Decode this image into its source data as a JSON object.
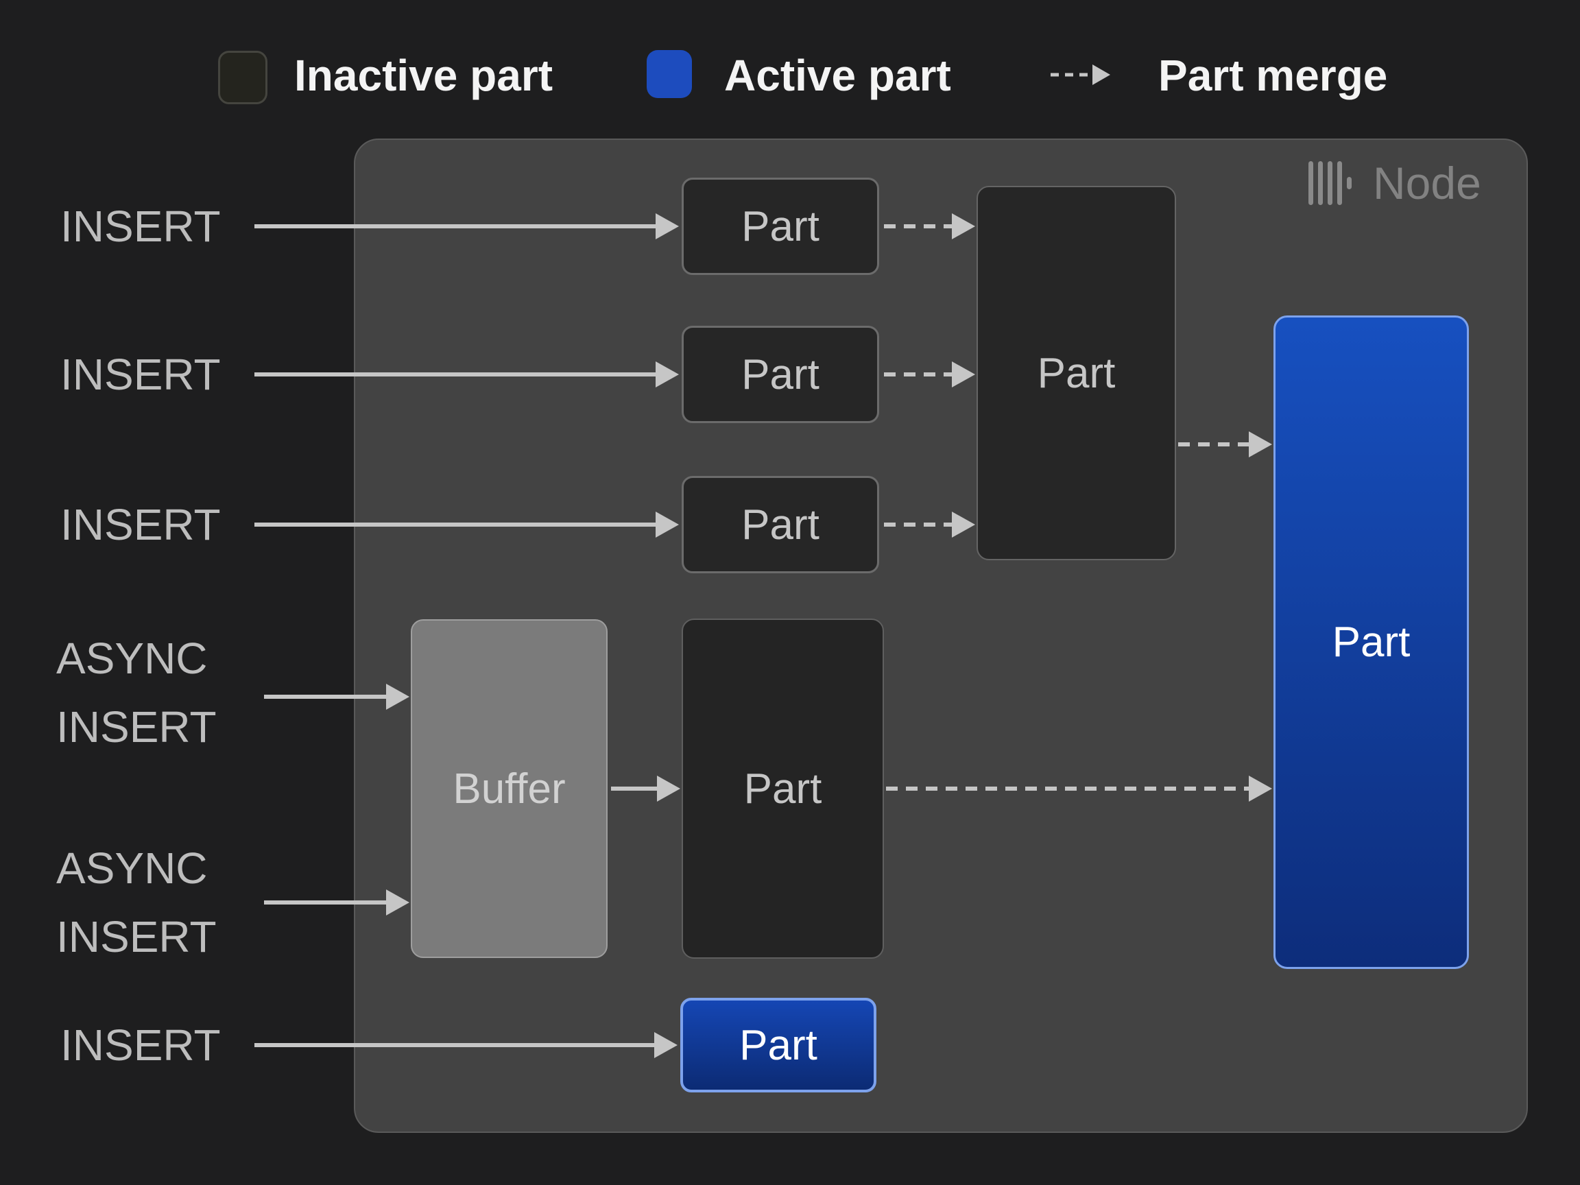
{
  "legend": {
    "inactive_label": "Inactive part",
    "active_label": "Active part",
    "merge_label": "Part merge"
  },
  "node": {
    "title": "Node"
  },
  "inputs": {
    "insert_top": "INSERT",
    "insert_mid": "INSERT",
    "insert_low": "INSERT",
    "async_a_line1": "ASYNC",
    "async_a_line2": "INSERT",
    "async_b_line1": "ASYNC",
    "async_b_line2": "INSERT",
    "insert_bottom": "INSERT"
  },
  "parts": {
    "small_1": "Part",
    "small_2": "Part",
    "small_3": "Part",
    "merged": "Part",
    "buffer": "Buffer",
    "staged": "Part",
    "active_large": "Part",
    "active_small": "Part"
  },
  "colors": {
    "background": "#1e1e1f",
    "node_fill": "#434343",
    "inactive_part_fill": "#262626",
    "active_part_blue": "#1d4cbe",
    "active_gradient_top": "#1750c0",
    "active_gradient_bottom": "#0d2d7b",
    "active_border_blue": "#7da2ec",
    "buffer_fill": "#7b7b7b",
    "arrow_gray": "#c6c6c6"
  }
}
